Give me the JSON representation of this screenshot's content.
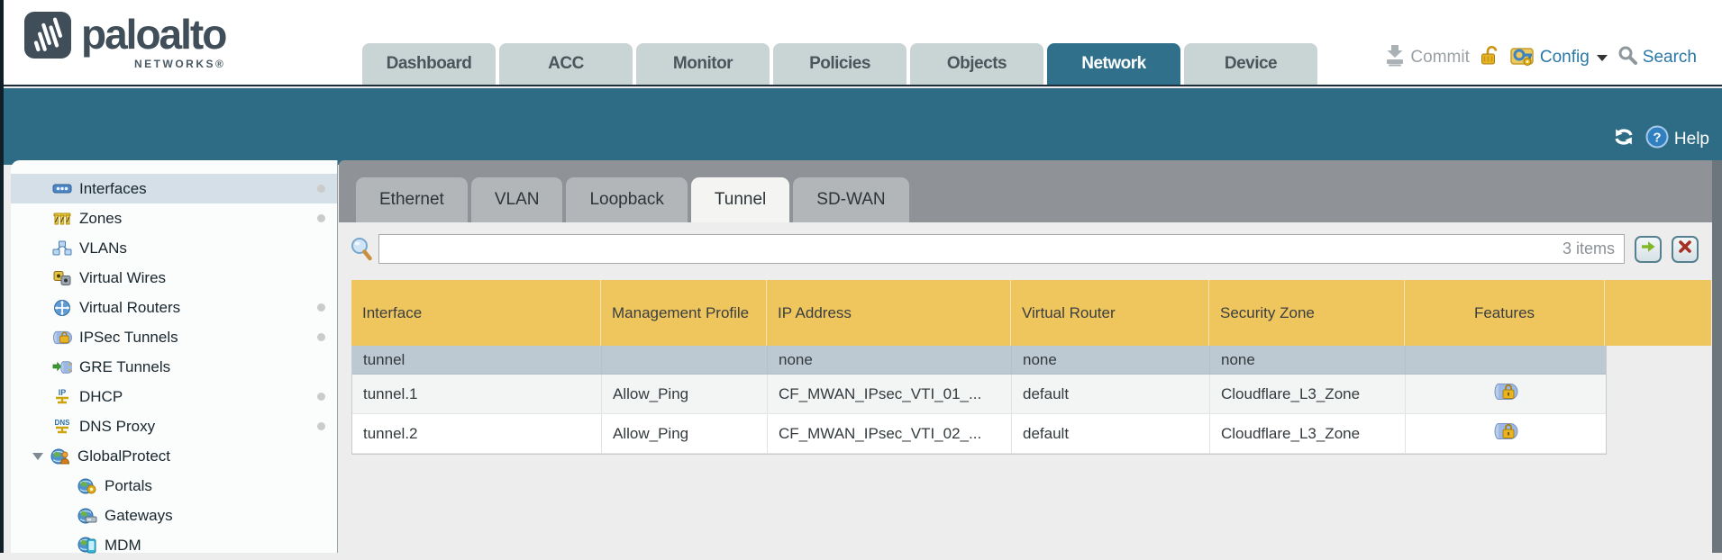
{
  "brand": {
    "name": "paloalto",
    "networks": "NETWORKS®"
  },
  "main_tabs": [
    {
      "label": "Dashboard",
      "active": false
    },
    {
      "label": "ACC",
      "active": false
    },
    {
      "label": "Monitor",
      "active": false
    },
    {
      "label": "Policies",
      "active": false
    },
    {
      "label": "Objects",
      "active": false
    },
    {
      "label": "Network",
      "active": true
    },
    {
      "label": "Device",
      "active": false
    }
  ],
  "header_actions": {
    "commit": "Commit",
    "config": "Config",
    "search": "Search"
  },
  "toolbar": {
    "help_label": "Help"
  },
  "sidebar": [
    {
      "label": "Interfaces",
      "icon": "interfaces-icon",
      "selected": true,
      "dot": true
    },
    {
      "label": "Zones",
      "icon": "zones-icon",
      "dot": true
    },
    {
      "label": "VLANs",
      "icon": "vlans-icon"
    },
    {
      "label": "Virtual Wires",
      "icon": "virtual-wires-icon"
    },
    {
      "label": "Virtual Routers",
      "icon": "virtual-routers-icon",
      "dot": true
    },
    {
      "label": "IPSec Tunnels",
      "icon": "ipsec-tunnels-icon",
      "dot": true
    },
    {
      "label": "GRE Tunnels",
      "icon": "gre-tunnels-icon"
    },
    {
      "label": "DHCP",
      "icon": "dhcp-icon",
      "dot": true
    },
    {
      "label": "DNS Proxy",
      "icon": "dns-proxy-icon",
      "dot": true
    },
    {
      "label": "GlobalProtect",
      "icon": "globalprotect-icon",
      "expandable": true
    },
    {
      "label": "Portals",
      "icon": "portals-icon",
      "child": true
    },
    {
      "label": "Gateways",
      "icon": "gateways-icon",
      "child": true
    },
    {
      "label": "MDM",
      "icon": "mdm-icon",
      "child": true
    }
  ],
  "subtabs": [
    {
      "label": "Ethernet",
      "active": false
    },
    {
      "label": "VLAN",
      "active": false
    },
    {
      "label": "Loopback",
      "active": false
    },
    {
      "label": "Tunnel",
      "active": true
    },
    {
      "label": "SD-WAN",
      "active": false
    }
  ],
  "filter": {
    "value": "",
    "items_count": "3 items"
  },
  "table": {
    "columns": [
      "Interface",
      "Management Profile",
      "IP Address",
      "Virtual Router",
      "Security Zone",
      "Features"
    ],
    "rows": [
      {
        "interface": "tunnel",
        "management_profile": "",
        "ip_address": "none",
        "virtual_router": "none",
        "security_zone": "none",
        "features_lock": false,
        "selected": true
      },
      {
        "interface": "tunnel.1",
        "management_profile": "Allow_Ping",
        "ip_address": "CF_MWAN_IPsec_VTI_01_...",
        "virtual_router": "default",
        "security_zone": "Cloudflare_L3_Zone",
        "features_lock": true,
        "selected": false
      },
      {
        "interface": "tunnel.2",
        "management_profile": "Allow_Ping",
        "ip_address": "CF_MWAN_IPsec_VTI_02_...",
        "virtual_router": "default",
        "security_zone": "Cloudflare_L3_Zone",
        "features_lock": true,
        "selected": false
      }
    ]
  },
  "colors": {
    "teal": "#2e6c86",
    "header_yellow": "#efc65e",
    "selected_row": "#bcc9d2",
    "link": "#3e81a8",
    "none_text": "#55613f"
  }
}
